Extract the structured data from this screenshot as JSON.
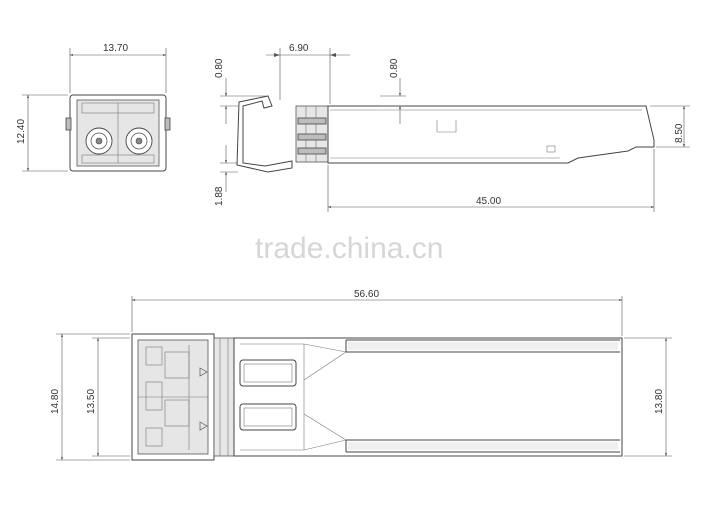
{
  "dimensions": {
    "front_width": "13.70",
    "front_height": "12.40",
    "side_top_offset": "0.80",
    "side_latch_length": "6.90",
    "side_top_offset_2": "0.80",
    "side_bottom_offset": "1.88",
    "side_body_height": "8.50",
    "side_body_length": "45.00",
    "top_overall_length": "56.60",
    "top_outer_width": "14.80",
    "top_inner_width": "13.50",
    "top_body_width": "13.80"
  },
  "watermark": "trade.china.cn",
  "colors": {
    "line": "#444444",
    "watermark": "#d6d6d6",
    "shade": "#e6e6e6"
  }
}
